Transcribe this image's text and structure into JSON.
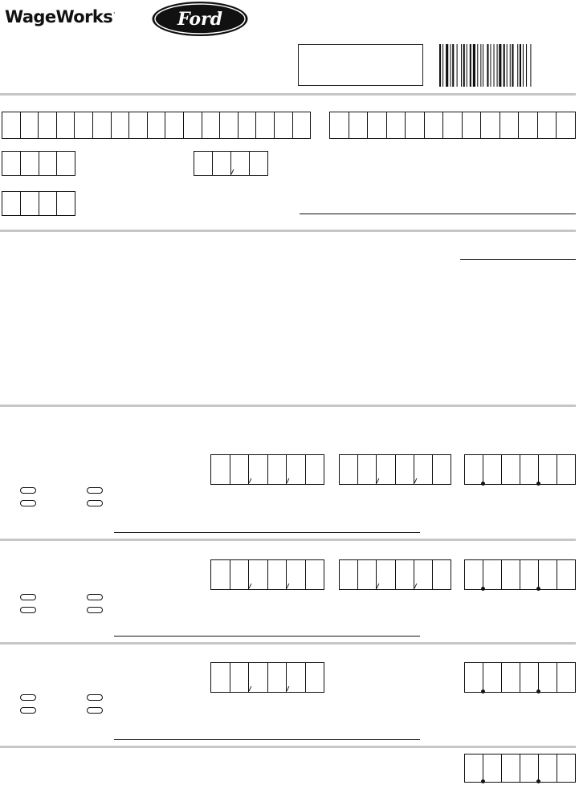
{
  "header": {
    "brand_name": "WageWorks",
    "brand_mark": "·",
    "partner_logo_text": "Ford"
  },
  "form": {
    "sections": [
      {
        "id": "participant-info"
      },
      {
        "id": "instructions"
      },
      {
        "id": "claim-1"
      },
      {
        "id": "claim-2"
      },
      {
        "id": "claim-3"
      }
    ],
    "total_box_count": 6
  },
  "icons": {
    "barcode": "barcode-graphic",
    "logo": "ford-oval-logo"
  },
  "colors": {
    "ink": "#111111",
    "rule": "#c6c6c6",
    "paper": "#ffffff"
  }
}
